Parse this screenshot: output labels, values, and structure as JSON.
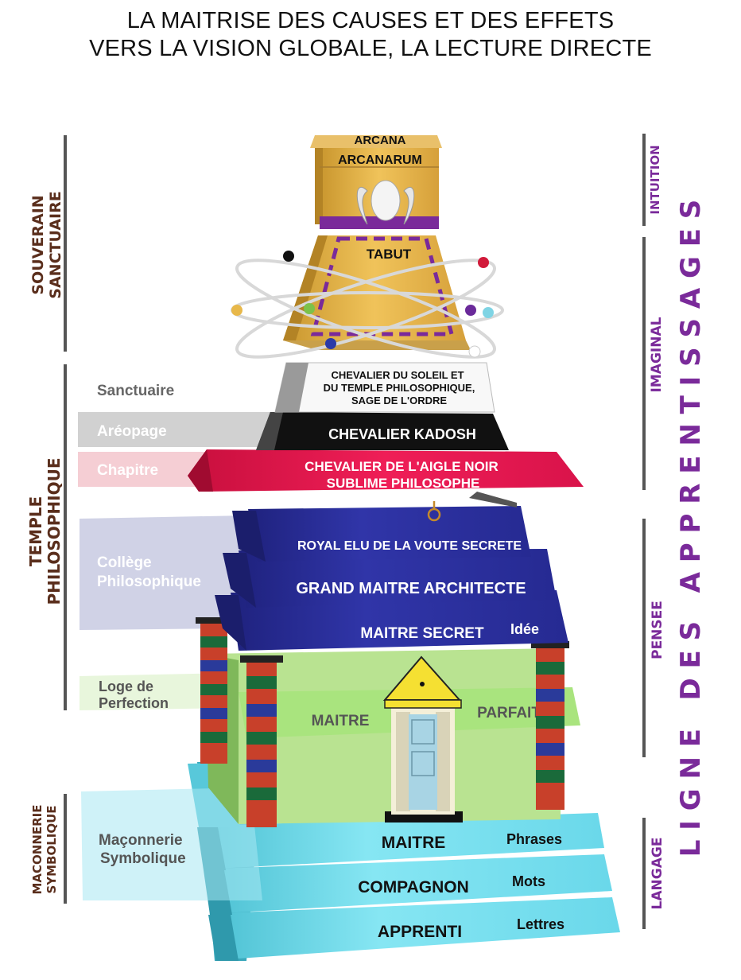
{
  "title": {
    "line1": "LA MAITRISE DES CAUSES ET DES EFFETS",
    "line2": "VERS LA VISION GLOBALE, LA LECTURE DIRECTE"
  },
  "left_groups": {
    "souverain": [
      "SOUVERAIN",
      "SANCTUAIRE"
    ],
    "temple": [
      "TEMPLE",
      "PHILOSOPHIQUE"
    ],
    "maconnerie": [
      "MACONNERIE",
      "SYMBOLIQUE"
    ]
  },
  "side_labels": {
    "sanctuaire": "Sanctuaire",
    "areopage": "Aréopage",
    "chapitre": "Chapitre",
    "college": [
      "Collège",
      "Philosophique"
    ],
    "loge": [
      "Loge de",
      "Perfection"
    ],
    "maconnerie": [
      "Maçonnerie",
      "Symbolique"
    ]
  },
  "right_labels": {
    "intuition": "INTUITION",
    "imaginal": "IMAGINAL",
    "pensee": "PENSEE",
    "langage": "LANGAGE",
    "ligne": "L I G N E   D E S   A P P R E N T I S S A G E S"
  },
  "tiers": {
    "arcana": [
      "ARCANA",
      "ARCANARUM"
    ],
    "tabut": "TABUT",
    "soleil": [
      "CHEVALIER DU SOLEIL ET",
      "DU TEMPLE PHILOSOPHIQUE,",
      "SAGE DE L'ORDRE"
    ],
    "kadosh": "CHEVALIER KADOSH",
    "aigle": [
      "CHEVALIER DE L'AIGLE NOIR",
      "SUBLIME PHILOSOPHE"
    ],
    "royal": "ROYAL ELU DE LA VOUTE SECRETE",
    "grand": "GRAND MAITRE ARCHITECTE",
    "secret": "MAITRE SECRET",
    "idee": "Idée",
    "maitre_left": "MAITRE",
    "parfait": "PARFAIT",
    "maitre": "MAITRE",
    "phrases": "Phrases",
    "compagnon": "COMPAGNON",
    "mots": "Mots",
    "apprenti": "APPRENTI",
    "lettres": "Lettres"
  },
  "colors": {
    "gold": "#e8b84a",
    "purple": "#7a2a9a",
    "black": "#111111",
    "red": "#e4164e",
    "blue": "#2b2f9a",
    "green": "#b8e28f",
    "cyan": "#6fdcec",
    "brown": "#5a2e1c"
  }
}
